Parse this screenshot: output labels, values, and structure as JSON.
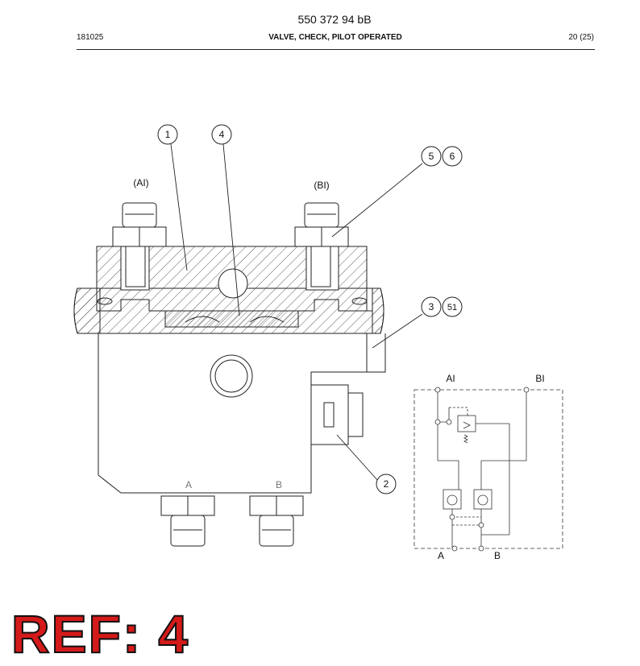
{
  "header": {
    "doc_number": "550 372 94 bB",
    "date_code": "181025",
    "title": "VALVE, CHECK, PILOT OPERATED",
    "page": "20 (25)"
  },
  "drawing": {
    "port_labels": {
      "ai": "(AI)",
      "bi": "(BI)",
      "a": "A",
      "b": "B"
    },
    "callouts": [
      "1",
      "4",
      "5",
      "6",
      "3",
      "51",
      "2"
    ]
  },
  "schematic": {
    "labels": {
      "ai": "AI",
      "bi": "BI",
      "a": "A",
      "b": "B"
    }
  },
  "ref_stamp": "REF: 4",
  "colors": {
    "line": "#222222",
    "stamp_red": "#d41a1a"
  }
}
